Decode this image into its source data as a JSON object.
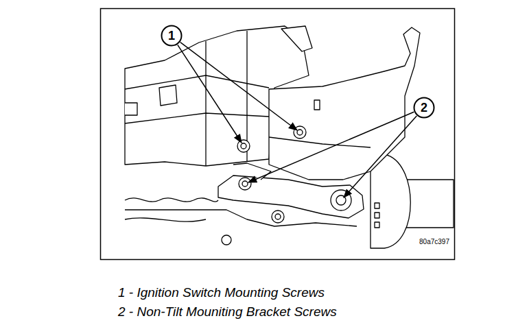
{
  "diagram": {
    "nodes": [
      {
        "text": [
          "1"
        ]
      },
      {
        "text": [
          "2"
        ]
      }
    ],
    "labels": [
      "80a7c397",
      "1 - Ignition Switch Mounting Screws",
      "2 - Non-Tilt Mouniting Bracket Screws"
    ]
  }
}
